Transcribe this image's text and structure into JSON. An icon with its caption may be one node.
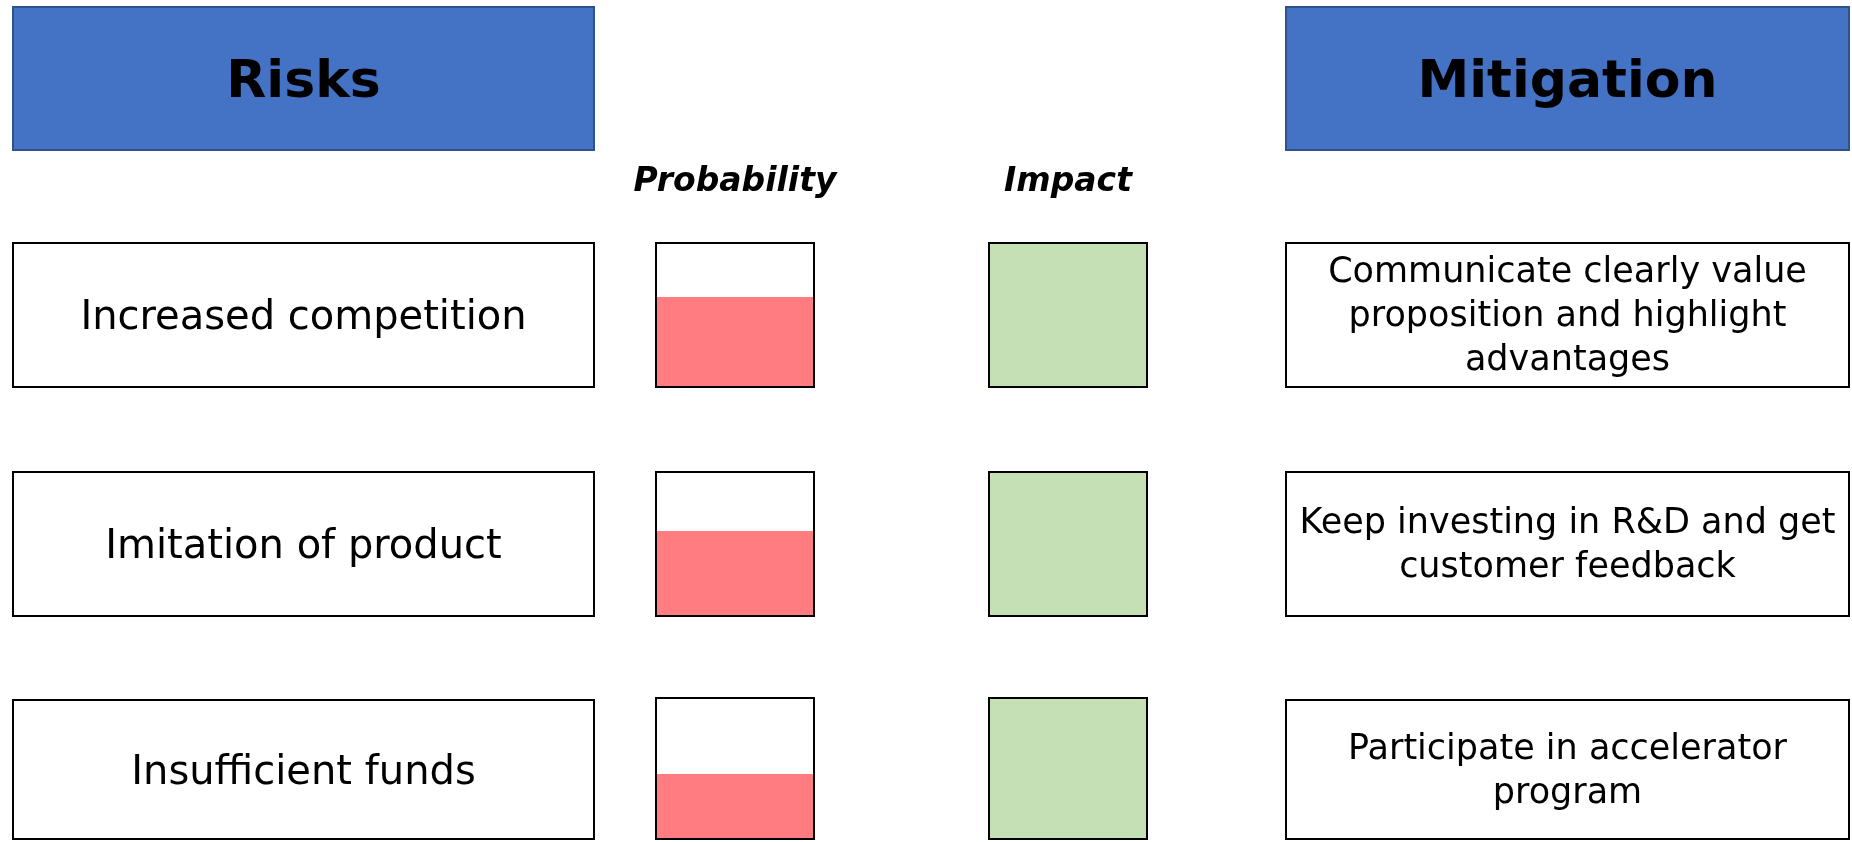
{
  "diagram": {
    "nodes": [
      {
        "text": [
          "Risks"
        ]
      },
      {
        "text": [
          "Mitigation"
        ]
      },
      {
        "text": [
          "Increased competition"
        ]
      },
      {
        "text": [],
        "shape": "bar"
      },
      {
        "text": [],
        "shape": "box"
      },
      {
        "text": [
          "Communicate clearly value proposition and highlight advantages"
        ]
      },
      {
        "text": [
          "Imitation of product"
        ]
      },
      {
        "text": [],
        "shape": "bar"
      },
      {
        "text": [],
        "shape": "box"
      },
      {
        "text": [
          "Keep investing in R&D and get customer feedback"
        ]
      },
      {
        "text": [
          "Insufficient funds"
        ]
      },
      {
        "text": [],
        "shape": "bar"
      },
      {
        "text": [],
        "shape": "box"
      },
      {
        "text": [
          "Participate in accelerator program"
        ]
      }
    ],
    "labels": [
      "Probability",
      "Impact"
    ]
  }
}
